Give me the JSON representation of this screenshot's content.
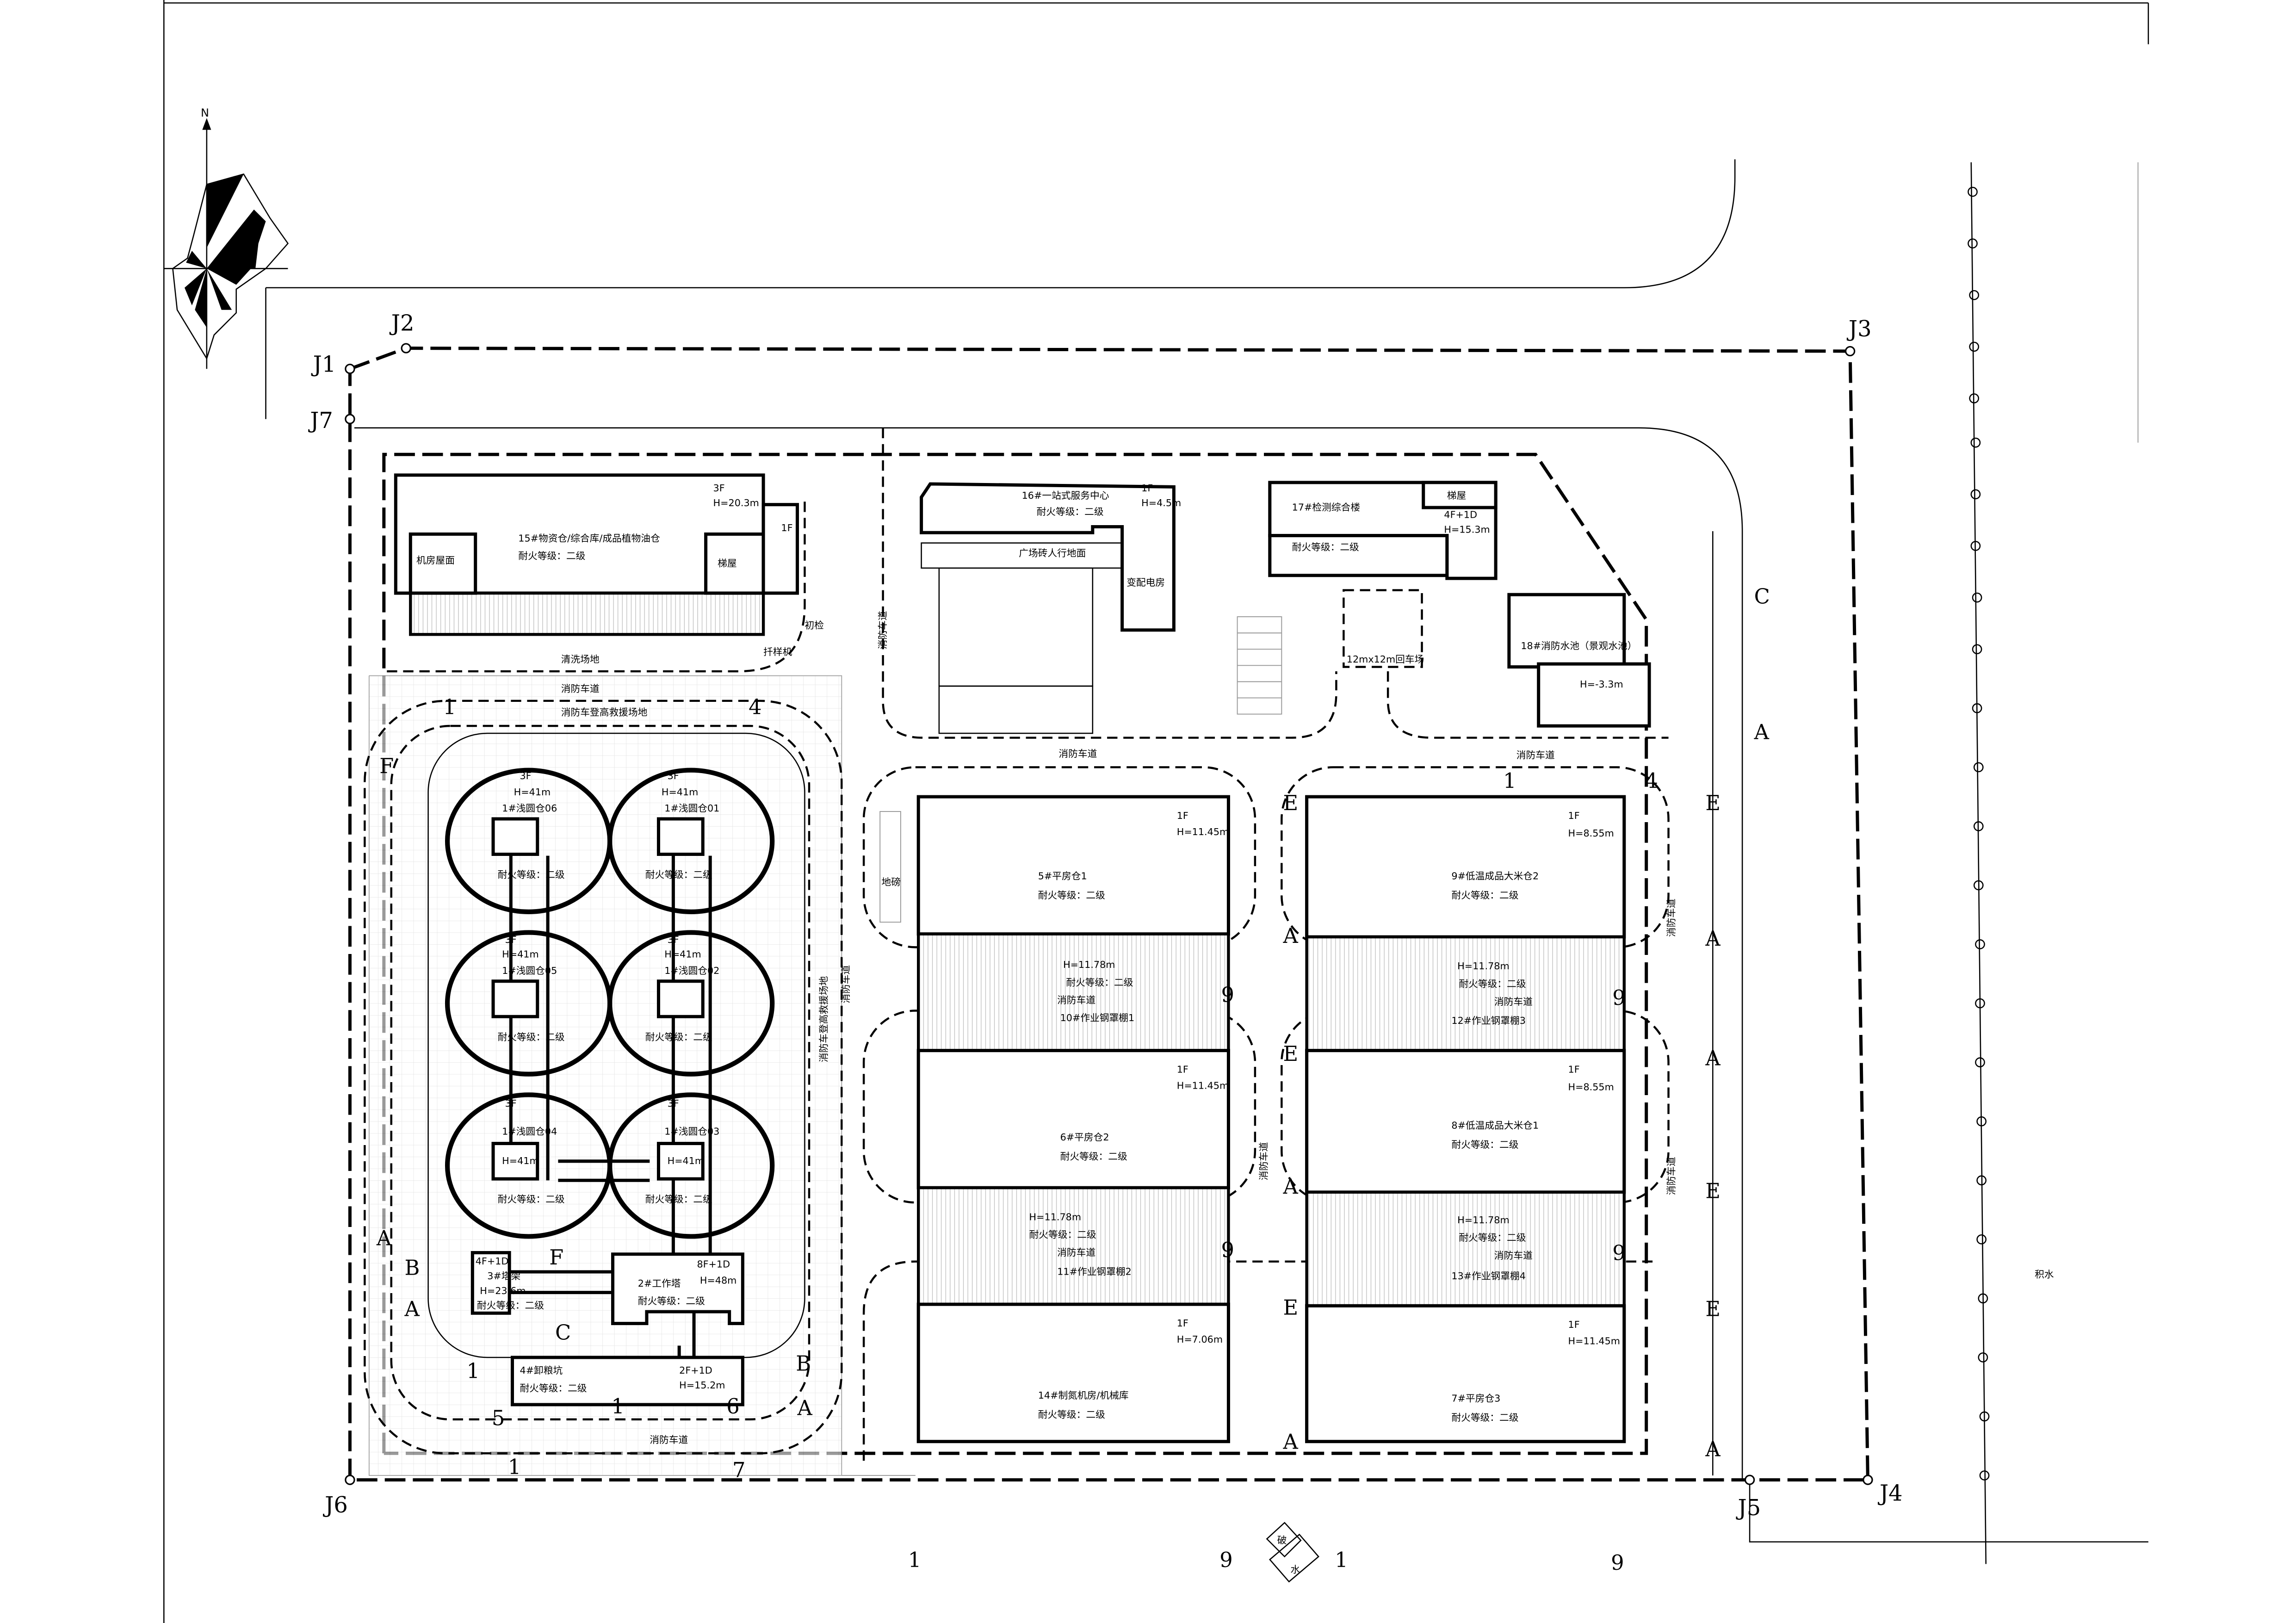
{
  "compass": {
    "north_label": "N"
  },
  "control_points": [
    "J1",
    "J2",
    "J3",
    "J4",
    "J5",
    "J6",
    "J7"
  ],
  "buildings": {
    "b15": {
      "name": "15#物资仓/综合库/成品植物油仓",
      "fire": "耐火等级：二级",
      "floors": "3F",
      "height": "H=20.3m",
      "annex": "1F",
      "machine_roof": "机房屋面",
      "stair": "梯屋"
    },
    "b16": {
      "name": "16#一站式服务中心",
      "fire": "耐火等级：二级",
      "floors": "1F",
      "height": "H=4.5m",
      "plaza": "广场砖人行地面",
      "substation": "变配电房"
    },
    "b17": {
      "name": "17#检测综合楼",
      "fire": "耐火等级：二级",
      "floors": "4F+1D",
      "height": "H=15.3m",
      "stair": "梯屋"
    },
    "b18": {
      "name": "18#消防水池（景观水池）",
      "height": "H=-3.3m"
    },
    "turnaround": "12mx12m回车场",
    "silos": [
      {
        "floors": "3F",
        "height": "H=41m",
        "name": "1#浅圆仓06",
        "fire": "耐火等级：二级"
      },
      {
        "floors": "3F",
        "height": "H=41m",
        "name": "1#浅圆仓01",
        "fire": "耐火等级：二级"
      },
      {
        "floors": "3F",
        "height": "H=41m",
        "name": "1#浅圆仓05",
        "fire": "耐火等级：二级"
      },
      {
        "floors": "3F",
        "height": "H=41m",
        "name": "1#浅圆仓02",
        "fire": "耐火等级：二级"
      },
      {
        "floors": "3F",
        "height": "H=41m",
        "name": "1#浅圆仓04",
        "fire": "耐火等级：二级"
      },
      {
        "floors": "3F",
        "height": "H=41m",
        "name": "1#浅圆仓03",
        "fire": "耐火等级：二级"
      }
    ],
    "b2": {
      "name": "2#工作塔",
      "fire": "耐火等级：二级",
      "floors": "8F+1D",
      "height": "H=48m"
    },
    "b3": {
      "name": "3#塔架",
      "fire": "耐火等级：二级",
      "floors": "4F+1D",
      "height": "H=23.6m"
    },
    "b4": {
      "name": "4#卸粮坑",
      "fire": "耐火等级：二级",
      "floors": "2F+1D",
      "height": "H=15.2m"
    },
    "b5": {
      "name": "5#平房仓1",
      "fire": "耐火等级：二级",
      "floors": "1F",
      "height": "H=11.45m"
    },
    "b6": {
      "name": "6#平房仓2",
      "fire": "耐火等级：二级",
      "floors": "1F",
      "height": "H=11.45m"
    },
    "b7": {
      "name": "7#平房仓3",
      "fire": "耐火等级：二级",
      "floors": "1F",
      "height": "H=11.45m"
    },
    "b8": {
      "name": "8#低温成品大米仓1",
      "fire": "耐火等级：二级",
      "floors": "1F",
      "height": "H=8.55m"
    },
    "b9": {
      "name": "9#低温成品大米仓2",
      "fire": "耐火等级：二级",
      "floors": "1F",
      "height": "H=8.55m"
    },
    "b10": {
      "name": "10#作业钢罩棚1",
      "fire": "耐火等级：二级",
      "height": "H=11.78m"
    },
    "b11": {
      "name": "11#作业钢罩棚2",
      "fire": "耐火等级：二级",
      "height": "H=11.78m"
    },
    "b12": {
      "name": "12#作业钢罩棚3",
      "fire": "耐火等级：二级",
      "height": "H=11.78m"
    },
    "b13": {
      "name": "13#作业钢罩棚4",
      "fire": "耐火等级：二级",
      "height": "H=11.78m"
    },
    "b14": {
      "name": "14#制氮机房/机械库",
      "fire": "耐火等级：二级",
      "floors": "1F",
      "height": "H=7.06m"
    }
  },
  "site_labels": {
    "washing_area": "清洗场地",
    "sampler": "扦样机",
    "initial_check": "初检",
    "fire_lane": "消防车道",
    "rescue_site": "消防车登高救援场地",
    "weighbridge": "地磅",
    "standing_water": "积水",
    "broken": "破",
    "water": "水"
  },
  "grid_marks": [
    "1",
    "4",
    "F",
    "1",
    "4",
    "E",
    "E",
    "A",
    "A",
    "9",
    "9",
    "E",
    "A",
    "A",
    "B",
    "A",
    "F",
    "C",
    "1",
    "1",
    "6",
    "B",
    "A",
    "E",
    "9",
    "9",
    "A",
    "E",
    "E",
    "A",
    "A",
    "1",
    "7",
    "1",
    "9",
    "1",
    "9",
    "C",
    "A",
    "5"
  ]
}
